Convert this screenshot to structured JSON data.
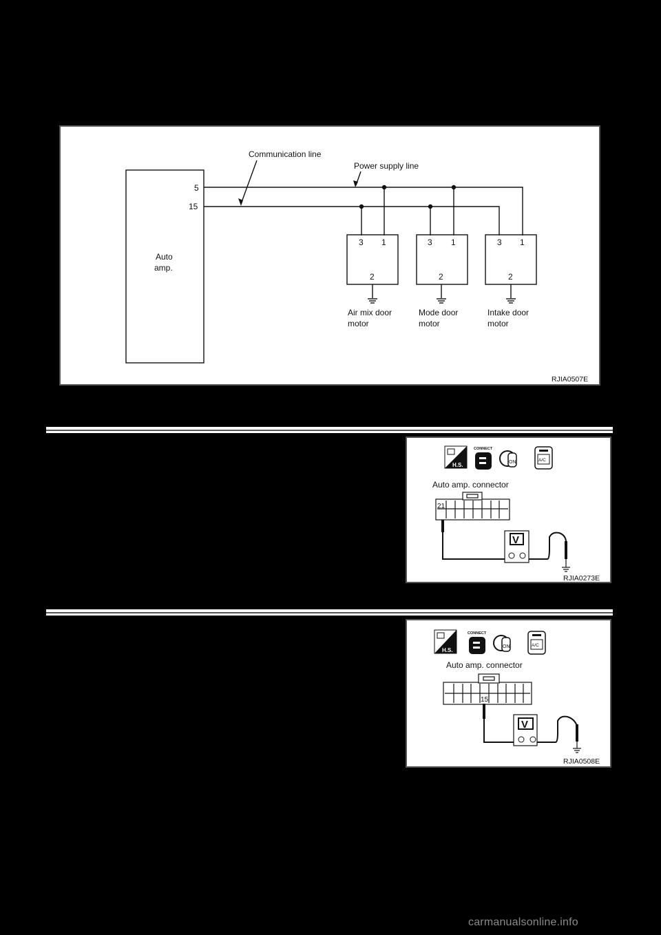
{
  "diagram": {
    "title_labels": {
      "communication_line": "Communication line",
      "power_supply_line": "Power supply line"
    },
    "auto_amp": {
      "label_line1": "Auto",
      "label_line2": "amp.",
      "terminals": [
        "5",
        "15"
      ]
    },
    "motors": [
      {
        "name_line1": "Air mix door",
        "name_line2": "motor",
        "pins": [
          "3",
          "1",
          "2"
        ]
      },
      {
        "name_line1": "Mode door",
        "name_line2": "motor",
        "pins": [
          "3",
          "1",
          "2"
        ]
      },
      {
        "name_line1": "Intake door",
        "name_line2": "motor",
        "pins": [
          "3",
          "1",
          "2"
        ]
      }
    ],
    "figure_id": "RJIA0507E"
  },
  "figure2": {
    "icons": [
      "harness-disconnect-icon",
      "connect-icon",
      "ignition-on-icon",
      "ac-switch-icon"
    ],
    "icon_text": {
      "hs": "H.S.",
      "connect": "CONNECT",
      "on": "ON",
      "ac": "A/C"
    },
    "connector_label": "Auto amp. connector",
    "terminal": "21",
    "meter": "V",
    "figure_id": "RJIA0273E"
  },
  "figure3": {
    "icons": [
      "harness-disconnect-icon",
      "connect-icon",
      "ignition-on-icon",
      "ac-switch-icon"
    ],
    "icon_text": {
      "hs": "H.S.",
      "connect": "CONNECT",
      "on": "ON",
      "ac": "A/C"
    },
    "connector_label": "Auto amp. connector",
    "terminal": "15",
    "meter": "V",
    "figure_id": "RJIA0508E"
  },
  "watermark": "carmanualsonline.info"
}
